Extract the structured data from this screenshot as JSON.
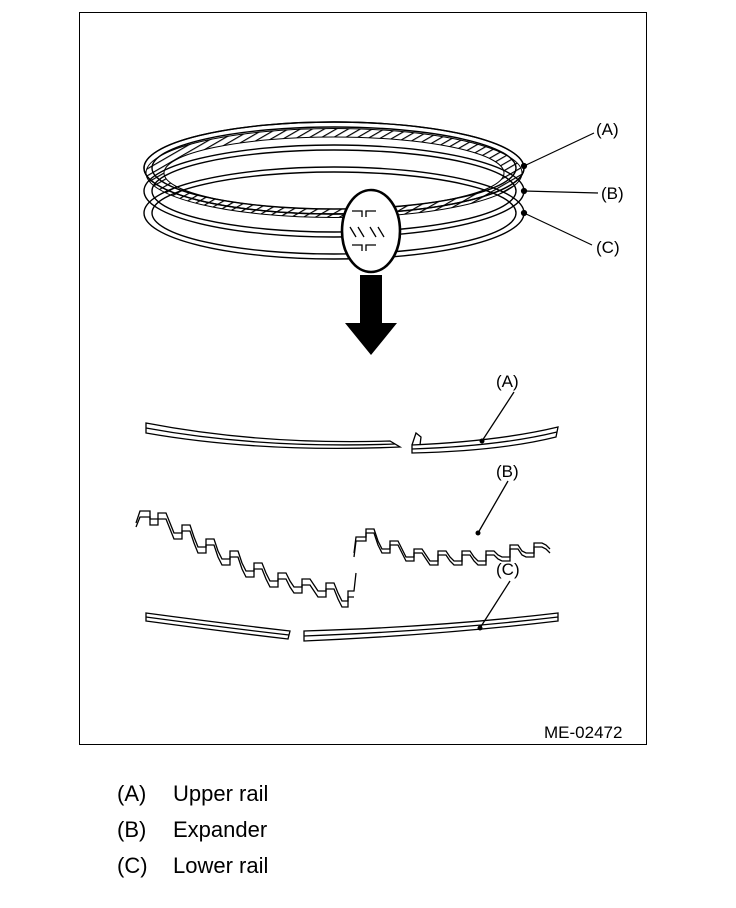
{
  "figure": {
    "id_code": "ME-02472",
    "callouts": {
      "top_a": "(A)",
      "top_b": "(B)",
      "top_c": "(C)",
      "detail_a": "(A)",
      "detail_b": "(B)",
      "detail_c": "(C)"
    }
  },
  "legend": [
    {
      "key": "(A)",
      "label": "Upper rail"
    },
    {
      "key": "(B)",
      "label": "Expander"
    },
    {
      "key": "(C)",
      "label": "Lower rail"
    }
  ],
  "colors": {
    "line": "#000000",
    "background": "#ffffff"
  }
}
